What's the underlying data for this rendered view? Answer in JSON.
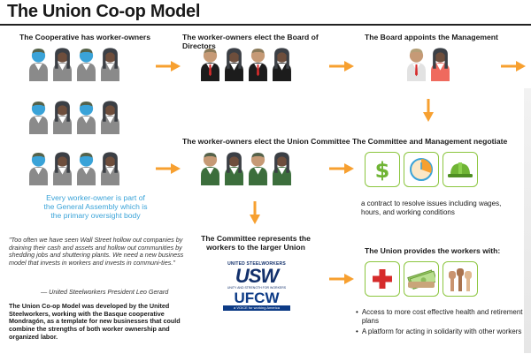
{
  "title": "The Union Co-op Model",
  "steps": {
    "cooperative": "The Cooperative has worker-owners",
    "elect_board": "The worker-owners elect the Board of Directors",
    "board_appoints": "The Board appoints the Management",
    "elect_committee": "The worker-owners elect the Union Committee",
    "negotiate": "The Committee and Management negotiate",
    "represents": "The Committee represents the workers to the larger Union",
    "provides": "The Union provides the workers with:"
  },
  "general_assembly_note": "Every worker-owner is part of the General Assembly which is the primary oversight body",
  "quote": "\"Too often we have seen Wall Street hollow out companies by draining their cash and assets and hollow out communities by shedding jobs and shuttering plants. We need a new business model that invests in workers and invests in communi-ties.\"",
  "quote_attribution": "— United Steelworkers President Leo Gerard",
  "blurb": "The Union Co-op Model was developed by the United Steelworkers, working with the Basque cooperative Mondragón, as a template for new businesses that could combine the strengths of both worker ownership and organized labor.",
  "negotiate_detail": "a contract to resolve issues including wages, hours, and working conditions",
  "benefits": [
    "Access to more cost effective health and retirement plans",
    "A platform for acting in solidarity with other workers"
  ],
  "logos": {
    "usw_top": "UNITED STEELWORKERS",
    "usw_letters": "USW",
    "usw_sub": "UNITY AND STRENGTH FOR WORKERS",
    "ufcw_letters": "UFCW",
    "ufcw_sub": "a VOICE for working America"
  },
  "icons": {
    "negotiate": [
      "dollar-icon",
      "clock-icon",
      "hardhat-icon"
    ],
    "benefits": [
      "medical-cross-icon",
      "money-icon",
      "raised-fists-icon"
    ]
  },
  "colors": {
    "arrow": "#f7a030",
    "member_blue": "#3aa3d8",
    "member_gray": "#8a8a8a",
    "board_black": "#1c1c1c",
    "committee_green": "#3c6e3c",
    "management_red": "#ef6a5e",
    "icon_green": "#8cc63f"
  }
}
